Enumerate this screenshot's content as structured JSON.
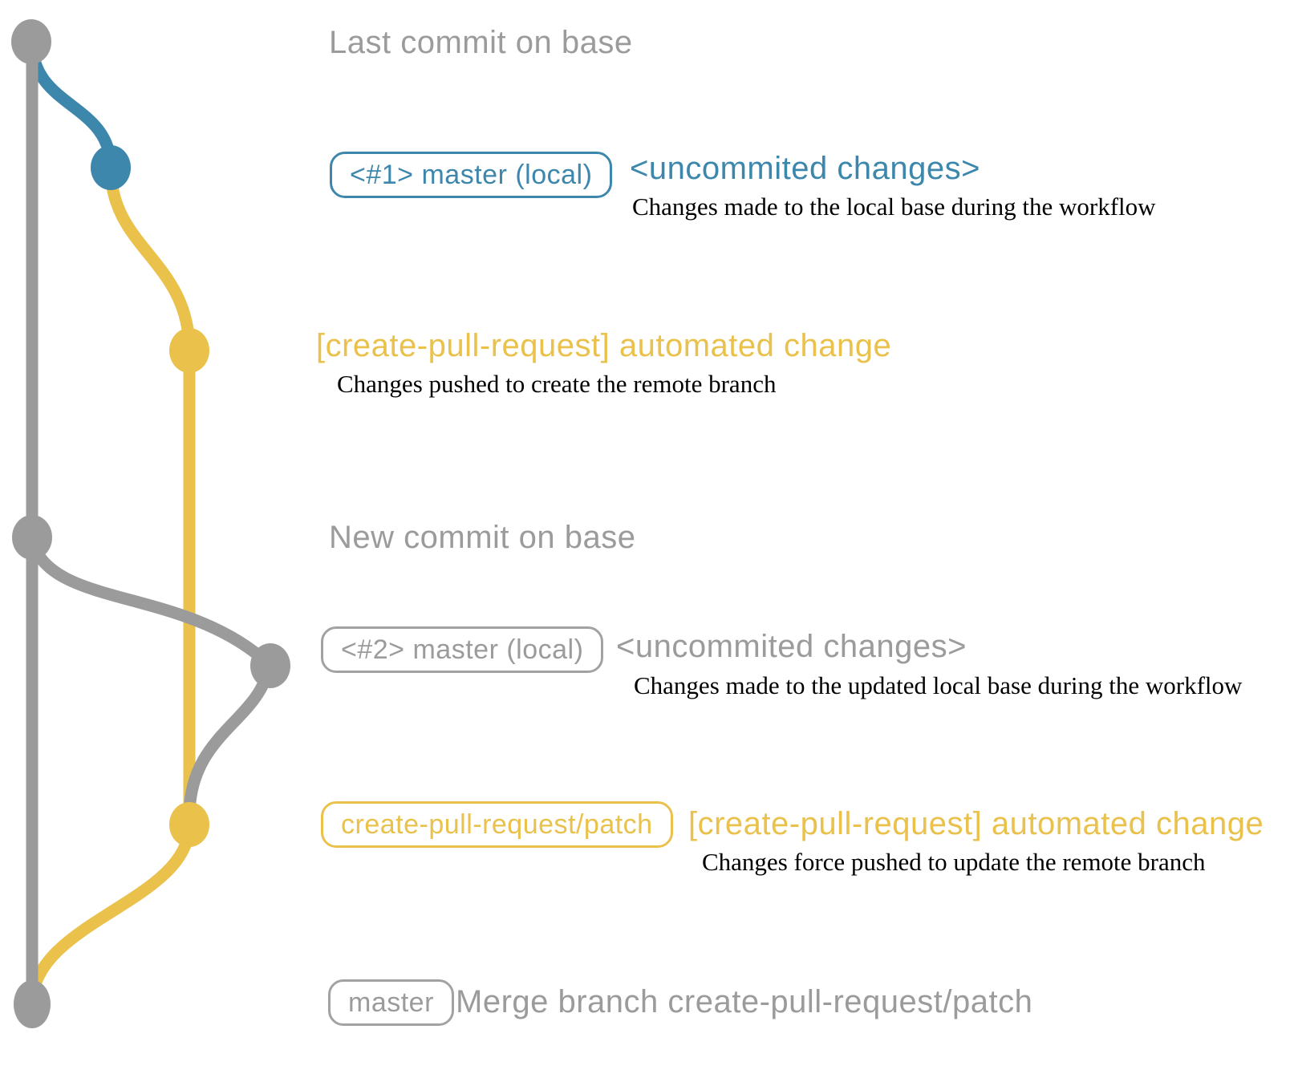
{
  "colors": {
    "gray": "#9b9b9b",
    "blue": "#3d87ad",
    "yellow": "#e9c14b",
    "description_text": "#000000",
    "background": "#ffffff"
  },
  "graph": {
    "type": "git-commit-graph",
    "commits": [
      {
        "id": "last-commit-on-base",
        "color": "gray"
      },
      {
        "id": "uncommitted-changes-1",
        "color": "blue"
      },
      {
        "id": "automated-change-1",
        "color": "yellow"
      },
      {
        "id": "new-commit-on-base",
        "color": "gray"
      },
      {
        "id": "uncommitted-changes-2",
        "color": "gray"
      },
      {
        "id": "automated-change-2",
        "color": "yellow"
      },
      {
        "id": "merge-commit",
        "color": "gray"
      }
    ]
  },
  "rows": {
    "row1": {
      "title": "Last commit on base"
    },
    "row2": {
      "badge": "<#1> master (local)",
      "annotation": "<uncommited changes>",
      "description": "Changes made to the local base during the workflow"
    },
    "row3": {
      "annotation": "[create-pull-request] automated change",
      "description": "Changes pushed to create the remote branch"
    },
    "row4": {
      "title": "New commit on base"
    },
    "row5": {
      "badge": "<#2> master (local)",
      "annotation": "<uncommited changes>",
      "description": "Changes made to the updated local base during the workflow"
    },
    "row6": {
      "badge": "create-pull-request/patch",
      "annotation": "[create-pull-request] automated change",
      "description": "Changes force pushed to update the remote branch"
    },
    "row7": {
      "badge": "master",
      "annotation": "Merge branch create-pull-request/patch"
    }
  }
}
